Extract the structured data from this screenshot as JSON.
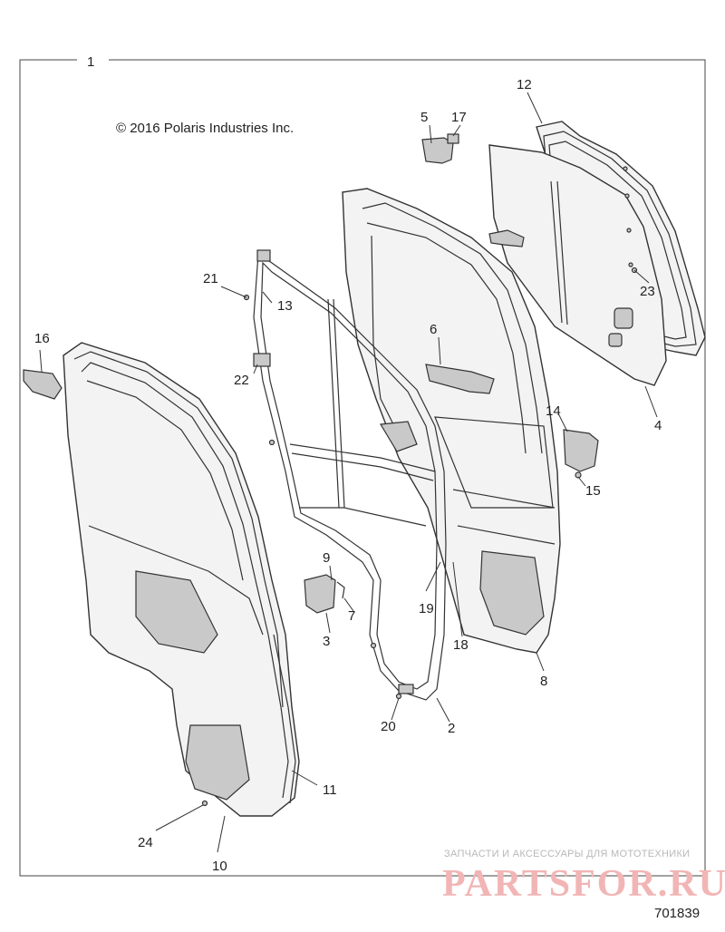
{
  "copyright": "© 2016 Polaris Industries Inc.",
  "figure_number": "701839",
  "callouts": {
    "c1": "1",
    "c2": "2",
    "c3": "3",
    "c4": "4",
    "c5": "5",
    "c6": "6",
    "c7": "7",
    "c8": "8",
    "c9": "9",
    "c10": "10",
    "c11": "11",
    "c12": "12",
    "c13": "13",
    "c14": "14",
    "c15": "15",
    "c16": "16",
    "c17": "17",
    "c18": "18",
    "c19": "19",
    "c20": "20",
    "c21": "21",
    "c22": "22",
    "c23": "23",
    "c24": "24"
  },
  "watermark": {
    "tagline": "ЗАПЧАСТИ И АКСЕССУАРЫ ДЛЯ МОТОТЕХНИКИ",
    "logo": "PARTSFOR.RU"
  }
}
